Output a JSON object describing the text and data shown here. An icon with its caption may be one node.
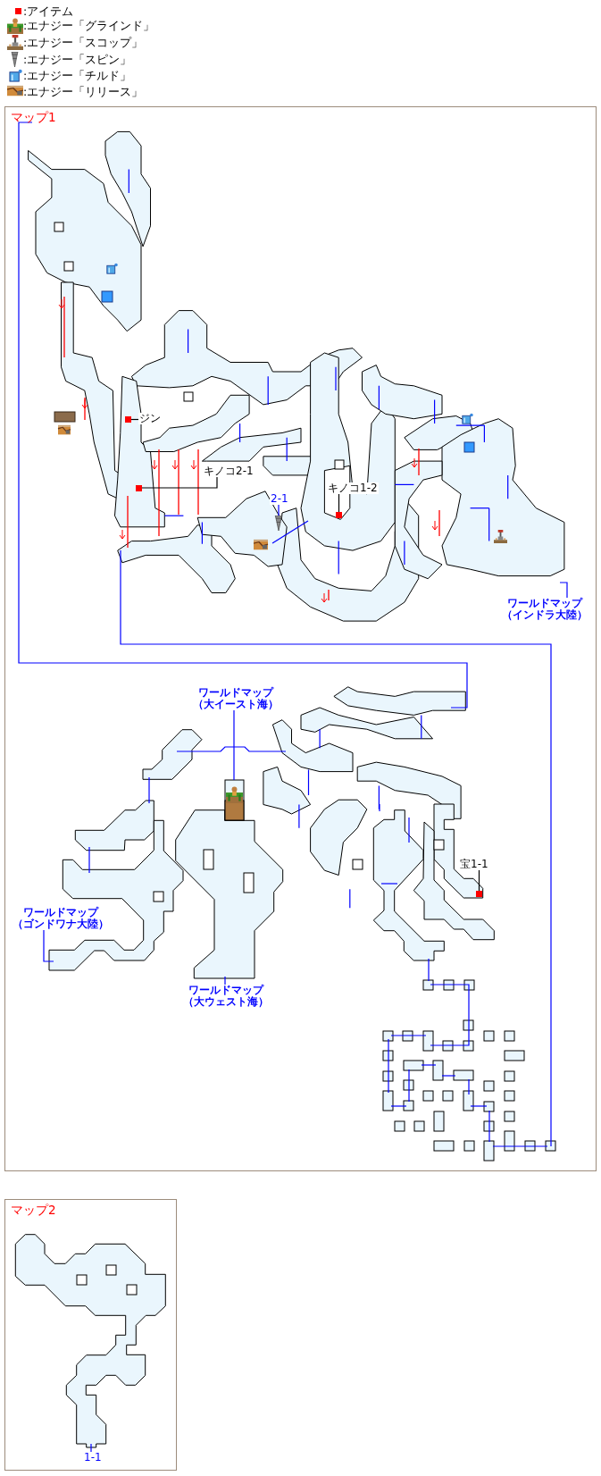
{
  "diagram": {
    "nodes": [
      {
        "text": [
          "マップ1"
        ]
      },
      {
        "text": [
          "ジン"
        ],
        "in": 0
      },
      {
        "text": [],
        "shape": "box",
        "in": 0
      },
      {
        "text": [
          "キノコ2-1"
        ],
        "in": 0
      },
      {
        "text": [],
        "shape": "box",
        "in": 0
      },
      {
        "text": [
          "キノコ1-2"
        ],
        "in": 0
      },
      {
        "text": [],
        "shape": "box",
        "in": 0
      },
      {
        "text": [
          "2-1"
        ],
        "in": 0
      },
      {
        "text": [],
        "shape": "picture",
        "in": 0
      },
      {
        "text": [
          "ワールドマップ（インドラ大陸）"
        ],
        "in": 0
      },
      {
        "text": [
          "ワールドマップ（大イースト海）"
        ],
        "in": 0
      },
      {
        "text": [
          "ワールドマップ（ゴンドワナ大陸）"
        ],
        "in": 0
      },
      {
        "text": [
          "ワールドマップ（大ウェスト海）"
        ],
        "in": 0
      },
      {
        "text": [
          "宝1-1"
        ],
        "in": 0
      },
      {
        "text": [],
        "shape": "box",
        "in": 0
      },
      {
        "text": [
          "マップ2"
        ]
      },
      {
        "text": [
          "1-1"
        ],
        "in": 15
      }
    ],
    "edges": [
      {
        "from": 1,
        "to": 2,
        "arrow": "none",
        "color": "#000000"
      },
      {
        "from": 3,
        "to": 4,
        "arrow": "none",
        "color": "#000000"
      },
      {
        "from": 5,
        "to": 6,
        "arrow": "none",
        "color": "#000000"
      },
      {
        "from": 7,
        "to": 8,
        "arrow": "none"
      },
      {
        "from": 9,
        "to": null,
        "arrow": "none"
      },
      {
        "from": 10,
        "to": null,
        "arrow": "none"
      },
      {
        "from": 11,
        "to": null,
        "arrow": "none"
      },
      {
        "from": 12,
        "to": null,
        "arrow": "none"
      },
      {
        "from": 13,
        "to": 14,
        "arrow": "none",
        "color": "#000000"
      },
      {
        "from": 16,
        "to": null,
        "arrow": "none"
      }
    ],
    "legend": [
      {
        "text": ":アイテム",
        "color": "#ff0000"
      },
      {
        "text": ":エナジー「グラインド」"
      },
      {
        "text": ":エナジー「スコップ」"
      },
      {
        "text": ":エナジー「スピン」"
      },
      {
        "text": ":エナジー「チルド」"
      },
      {
        "text": ":エナジー「リリース」"
      }
    ]
  }
}
